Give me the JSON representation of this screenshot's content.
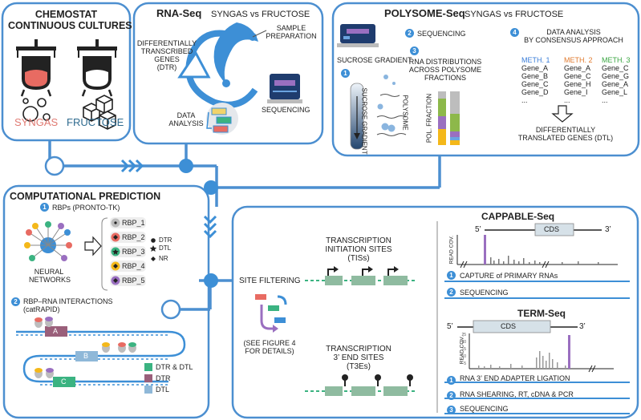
{
  "chemostat": {
    "title_line1": "CHEMOSTAT",
    "title_line2": "CONTINUOUS CULTURES",
    "syngas": "SYNGAS",
    "fructose": "FRUCTOSE"
  },
  "rnaseq": {
    "title": "RNA-Seq",
    "subtitle": "SYNGAS vs FRUCTOSE",
    "dtr_line1": "DIFFERENTIALLY",
    "dtr_line2": "TRANSCRIBED",
    "dtr_line3": "GENES",
    "dtr_line4": "(DTR)",
    "sample_line1": "SAMPLE",
    "sample_line2": "PREPARATION",
    "sequencing": "SEQUENCING",
    "analysis_line1": "DATA",
    "analysis_line2": "ANALYSIS"
  },
  "polysome": {
    "title": "POLYSOME-Seq",
    "subtitle": "SYNGAS vs FRUCTOSE",
    "step1": "1",
    "step2": "2",
    "step3": "3",
    "step4": "4",
    "sucrose_gradient": "SUCROSE GRADIENT",
    "sequencing": "SEQUENCING",
    "rna_line1": "RNA DISTRIBUTIONS",
    "rna_line2": "ACROSS POLYSOME",
    "rna_line3": "FRACTIONS",
    "analysis_line1": "DATA ANALYSIS",
    "analysis_line2": "BY CONSENSUS APPROACH",
    "tube_label": "SUCROSE GRADIENT",
    "polysome_label": "POLYSOME",
    "pol_fraction": "POL. FRACTION",
    "methods": [
      {
        "name": "METH. 1",
        "color": "#3a7dd8",
        "genes": [
          "Gene_A",
          "Gene_B",
          "Gene_C",
          "Gene_D",
          "..."
        ]
      },
      {
        "name": "METH. 2",
        "color": "#e07a2e",
        "genes": [
          "Gene_A",
          "Gene_C",
          "Gene_H",
          "Gene_I",
          "..."
        ]
      },
      {
        "name": "METH. 3",
        "color": "#3aa642",
        "genes": [
          "Gene_C",
          "Gene_G",
          "Gene_A",
          "Gene_L",
          "..."
        ]
      }
    ],
    "dtl_line1": "DIFFERENTIALLY",
    "dtl_line2": "TRANSLATED GENES (DTL)"
  },
  "comp": {
    "title": "COMPUTATIONAL PREDICTION",
    "step1": "1",
    "step2": "2",
    "rbps_label": "RBPs (PRONTO-TK)",
    "nn_line1": "NEURAL",
    "nn_line2": "NETWORKS",
    "rbps": [
      "RBP_1",
      "RBP_2",
      "RBP_3",
      "RBP_4",
      "RBP_5"
    ],
    "legend_dtr": "DTR",
    "legend_dtl": "DTL",
    "legend_nr": "NR",
    "interactions_line1": "RBP–RNA INTERACTIONS",
    "interactions_line2": "(catRAPID)",
    "seg_a": "A",
    "seg_b": "B",
    "seg_c": "C",
    "key_dtr_dtl": "DTR & DTL",
    "key_dtr": "DTR",
    "key_dtl": "DTL",
    "colors": {
      "dtr_dtl": "#3bb381",
      "dtr": "#9a5f7a",
      "dtl": "#8fb8d8"
    }
  },
  "site": {
    "filtering": "SITE FILTERING",
    "see_line1": "(SEE FIGURE 4",
    "see_line2": "FOR DETAILS)",
    "tis_line1": "TRANSCRIPTION",
    "tis_line2": "INITIATION SITES",
    "tis_line3": "(TISs)",
    "t3e_line1": "TRANSCRIPTION",
    "t3e_line2": "3’ END SITES",
    "t3e_line3": "(T3Es)"
  },
  "cappable": {
    "title": "CAPPABLE-Seq",
    "five": "5’",
    "three": "3’",
    "cds": "CDS",
    "ylabel": "READ COV.",
    "step1": "1",
    "step2": "2",
    "steps": [
      "CAPTURE of PRIMARY RNAs",
      "SEQUENCING"
    ]
  },
  "term": {
    "title": "TERM-Seq",
    "five": "5’",
    "three": "3’",
    "cds": "CDS",
    "ylabel": "READ COV.",
    "step1": "1",
    "step2": "2",
    "step3": "3",
    "steps": [
      "RNA 3’ END ADAPTER LIGATION",
      "RNA SHEARING, RT, cDNA & PCR",
      "SEQUENCING"
    ]
  }
}
